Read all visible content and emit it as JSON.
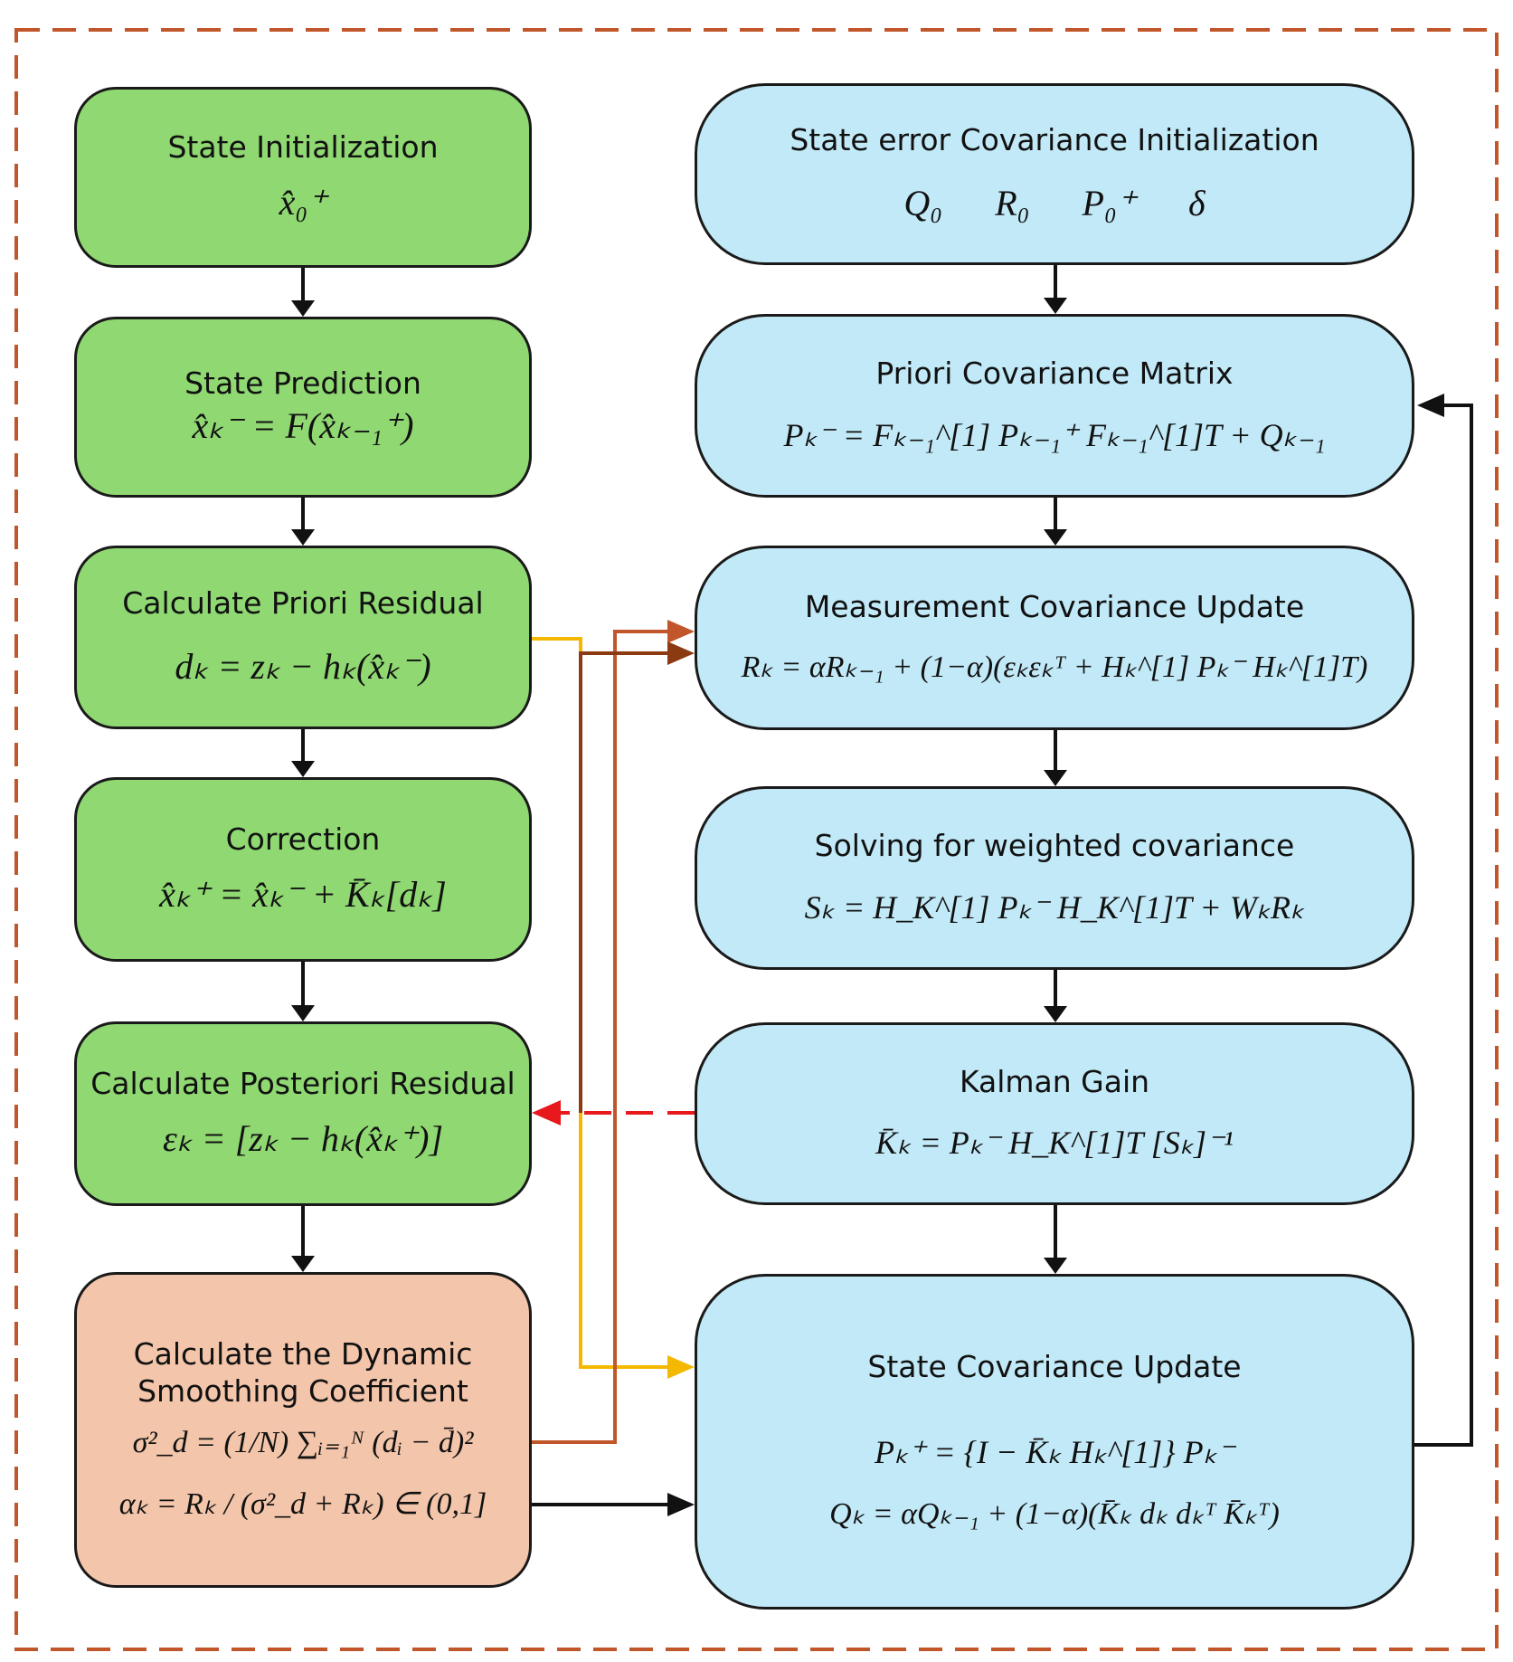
{
  "colors": {
    "frame": "#c1562a",
    "green_fill": "#8fd872",
    "blue_fill": "#c2e9f7",
    "salmon_fill": "#f3c5aa",
    "arrow_black": "#111111",
    "arrow_yellow": "#f5b800",
    "arrow_orange": "#c1562a",
    "arrow_brown": "#8b3a12",
    "arrow_red_dashed": "#e8191c"
  },
  "left": {
    "init": {
      "title": "State Initialization",
      "eq": "x̂₀⁺"
    },
    "prediction": {
      "title": "State Prediction",
      "eq": "x̂ₖ⁻ = F(x̂ₖ₋₁⁺)"
    },
    "priori_residual": {
      "title": "Calculate Priori Residual",
      "eq": "dₖ = zₖ − hₖ(x̂ₖ⁻)"
    },
    "correction": {
      "title": "Correction",
      "eq": "x̂ₖ⁺ = x̂ₖ⁻ + K̄ₖ[dₖ]"
    },
    "posteriori_residual": {
      "title": "Calculate Posteriori  Residual",
      "eq": "εₖ = [zₖ − hₖ(x̂ₖ⁺)]"
    },
    "smoothing": {
      "title_line1": "Calculate the Dynamic",
      "title_line2": "Smoothing Coefficient",
      "eq1": "σ²_d = (1/N) ∑ᵢ₌₁ᴺ (dᵢ − d̄)²",
      "eq2": "αₖ = Rₖ / (σ²_d + Rₖ) ∈ (0,1]"
    }
  },
  "right": {
    "cov_init": {
      "title": "State error Covariance Initialization",
      "params": [
        "Q₀",
        "R₀",
        "P₀⁺",
        "δ"
      ]
    },
    "priori_cov": {
      "title": "Priori Covariance Matrix",
      "eq": "Pₖ⁻ = Fₖ₋₁^[1] Pₖ₋₁⁺ Fₖ₋₁^[1]T + Qₖ₋₁"
    },
    "meas_cov": {
      "title": "Measurement Covariance Update",
      "eq": "Rₖ = αRₖ₋₁ + (1−α)(εₖεₖᵀ + Hₖ^[1] Pₖ⁻ Hₖ^[1]T)"
    },
    "weighted_cov": {
      "title": "Solving for weighted covariance",
      "eq": "Sₖ = H_K^[1] Pₖ⁻ H_K^[1]T + WₖRₖ"
    },
    "kalman_gain": {
      "title": "Kalman Gain",
      "eq": "K̄ₖ = Pₖ⁻ H_K^[1]T [Sₖ]⁻¹"
    },
    "state_cov": {
      "title": "State Covariance Update",
      "eq1": "Pₖ⁺ = {I − K̄ₖ Hₖ^[1]} Pₖ⁻",
      "eq2": "Qₖ = αQₖ₋₁ + (1−α)(K̄ₖ dₖ dₖᵀ K̄ₖᵀ)"
    }
  }
}
